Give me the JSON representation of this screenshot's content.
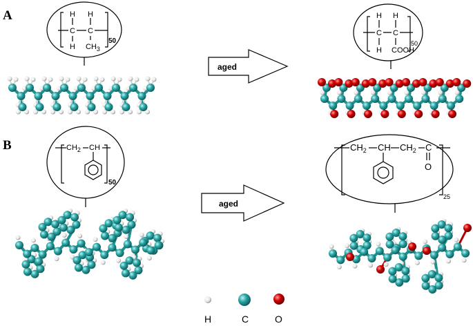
{
  "panels": {
    "a": {
      "letter": "A",
      "arrow_label": "aged",
      "left_formula": {
        "atom_h_top_1": "H",
        "atom_h_top_2": "H",
        "atom_c_1": "C",
        "atom_c_2": "C",
        "atom_h_bottom": "H",
        "substituent": "CH",
        "substituent_sub": "3",
        "repeat": "50"
      },
      "right_formula": {
        "atom_h_top_1": "H",
        "atom_h_top_2": "H",
        "atom_c_1": "C",
        "atom_c_2": "C",
        "atom_h_bottom": "H",
        "substituent": "COOH",
        "repeat": "50"
      }
    },
    "b": {
      "letter": "B",
      "arrow_label": "aged",
      "left_formula": {
        "group_1": "CH",
        "group_1_sub": "2",
        "group_2": "CH",
        "repeat": "50"
      },
      "right_formula": {
        "group_1": "CH",
        "group_1_sub": "2",
        "group_2": "CH",
        "group_3": "CH",
        "group_3_sub": "2",
        "group_4": "C",
        "carbonyl_o": "O",
        "repeat": "25"
      }
    }
  },
  "legend": {
    "items": [
      {
        "label": "H",
        "color": "#e8e8e8"
      },
      {
        "label": "C",
        "color": "#2aa6a6"
      },
      {
        "label": "O",
        "color": "#d40000"
      }
    ]
  },
  "colors": {
    "carbon": "#2aa6a6",
    "hydrogen": "#f2f2f2",
    "oxygen": "#d40000"
  }
}
